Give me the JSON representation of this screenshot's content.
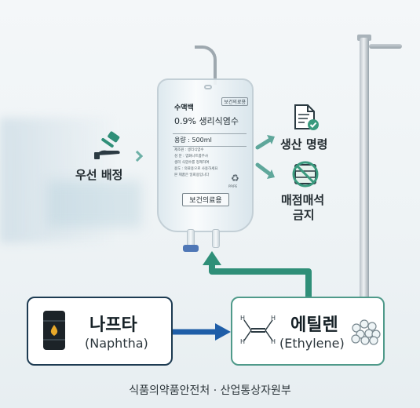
{
  "iv_bag": {
    "tag": "보건의료용",
    "product_line1": "수액백",
    "product_line2": "0.9% 생리식염수",
    "volume": "용량 : 500ml",
    "fine_print": [
      "제조원 : 생리식염수",
      "성 분 : 염화나트륨주사",
      "생리 식염수를 정제하여",
      "용도 : 의료용으로 사용하세요",
      "본 제품은 일회용입니다"
    ],
    "recycle_text": "PP/PE",
    "stamp": "보건의료용"
  },
  "left_item": {
    "label": "우선 배정",
    "icon": "gavel-icon"
  },
  "right_items": [
    {
      "label": "생산 명령",
      "icon": "document-check-icon"
    },
    {
      "label_line1": "매점매석",
      "label_line2": "금지",
      "icon": "no-hoarding-icon"
    }
  ],
  "naphtha": {
    "name": "나프타",
    "english": "(Naphtha)",
    "icon": "oil-barrel-icon"
  },
  "ethylene": {
    "name": "에틸렌",
    "english": "(Ethylene)",
    "icon": "molecule-icon"
  },
  "footer": "식품의약품안전처 · 산업통상자원부",
  "colors": {
    "teal": "#4f9a8a",
    "navy": "#1d3b52",
    "arrow_blue": "#1f5ea8",
    "arrow_green": "#2f8f78"
  }
}
